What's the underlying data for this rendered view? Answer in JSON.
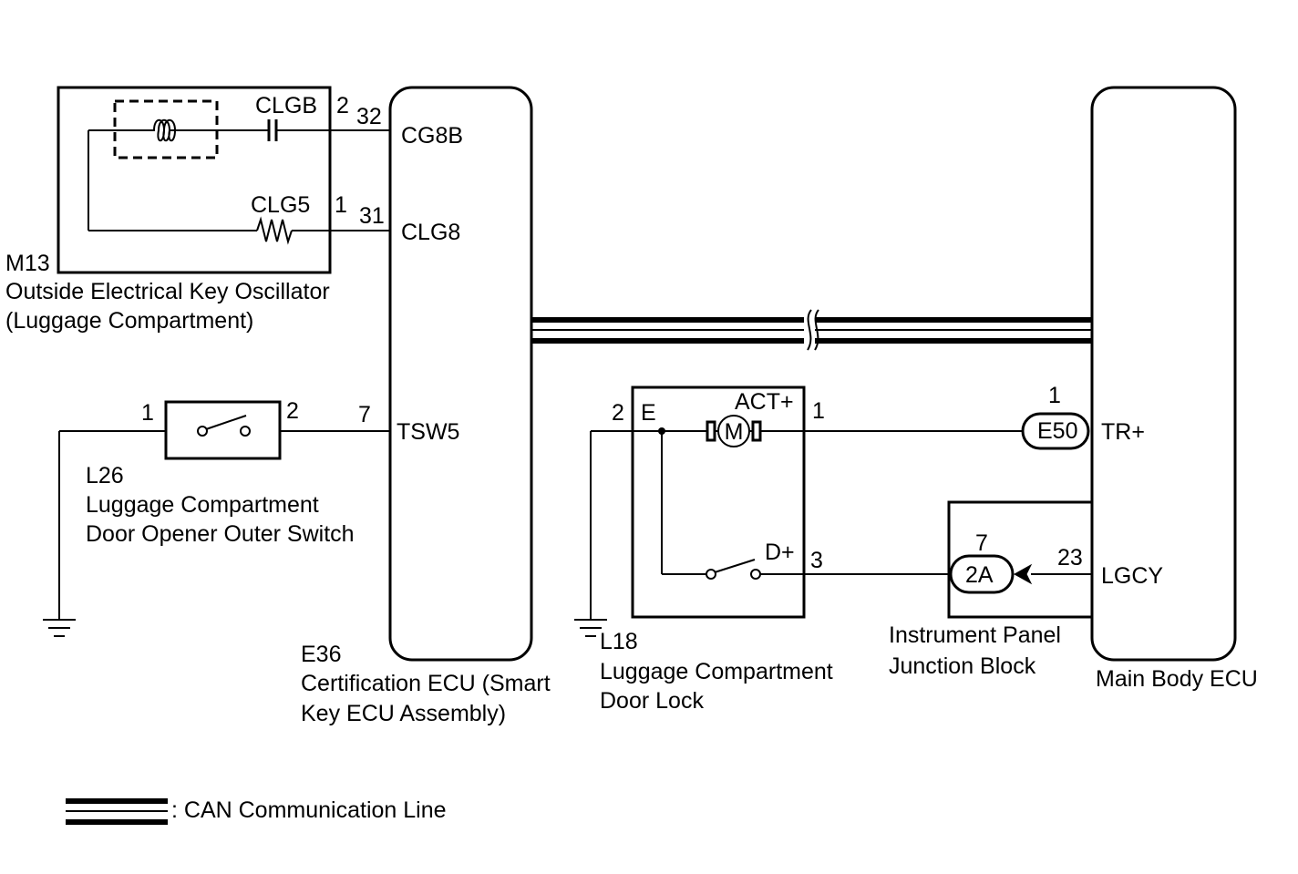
{
  "components": {
    "key_oscillator": {
      "code": "M13",
      "name_line1": "Outside Electrical Key Oscillator",
      "name_line2": "(Luggage Compartment)",
      "terminals": {
        "clgb": "CLGB",
        "clg5": "CLG5"
      },
      "pins": {
        "clgb": "2",
        "clg5": "1"
      }
    },
    "certification_ecu": {
      "code": "E36",
      "name_line1": "Certification ECU (Smart",
      "name_line2": "Key ECU Assembly)",
      "terminals": {
        "cg8b": "CG8B",
        "clg8": "CLG8",
        "tsw5": "TSW5"
      },
      "pins": {
        "cg8b": "32",
        "clg8": "31",
        "tsw5": "7"
      }
    },
    "opener_switch": {
      "code": "L26",
      "name_line1": "Luggage Compartment",
      "name_line2": "Door Opener Outer Switch",
      "pins": {
        "left": "1",
        "right": "2"
      }
    },
    "door_lock": {
      "code": "L18",
      "name_line1": "Luggage Compartment",
      "name_line2": "Door Lock",
      "terminals": {
        "e": "E",
        "act": "ACT+",
        "d": "D+"
      },
      "pins": {
        "e": "2",
        "act": "1",
        "d": "3"
      },
      "motor_symbol": "M"
    },
    "junction_block": {
      "name_line1": "Instrument Panel",
      "name_line2": "Junction Block",
      "connector": "2A",
      "pins": {
        "left": "7",
        "right": "23"
      }
    },
    "main_body_ecu": {
      "name": "Main Body ECU",
      "terminals": {
        "tr": "TR+",
        "lgcy": "LGCY"
      },
      "pins": {
        "tr": "1"
      }
    },
    "connector_e50": {
      "label": "E50"
    }
  },
  "legend": {
    "text": ": CAN Communication Line"
  }
}
